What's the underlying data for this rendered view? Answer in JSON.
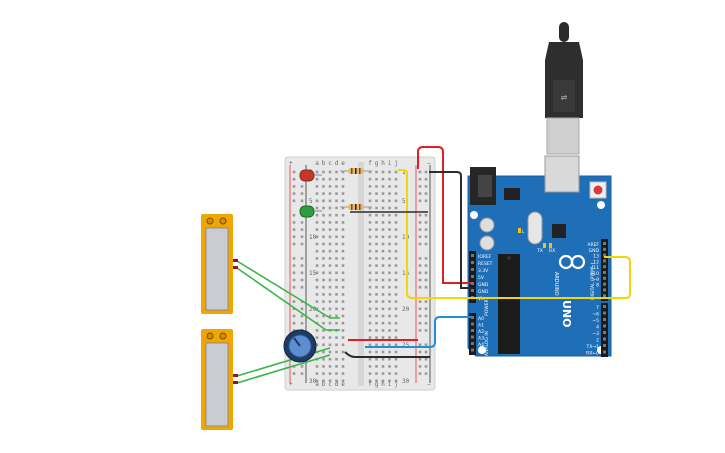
{
  "breadboard": {
    "column_letters": [
      "a",
      "b",
      "c",
      "d",
      "e",
      "f",
      "g",
      "h",
      "i",
      "j"
    ],
    "row_numbers": [
      "1",
      "5",
      "10",
      "15",
      "20",
      "25",
      "30"
    ],
    "rail_plus": "+",
    "rail_minus": "−"
  },
  "arduino": {
    "brand": "ARDUINO",
    "model": "UNO",
    "power_header_labels": [
      "IOREF",
      "RESET",
      "3.3V",
      "5V",
      "GND",
      "GND",
      "Vin"
    ],
    "analog_header_labels": [
      "A0",
      "A1",
      "A2",
      "A3",
      "A4",
      "A5"
    ],
    "digital_header_labels": [
      "AREF",
      "GND",
      "13",
      "12",
      "~11",
      "~10",
      "~9",
      "8",
      "7",
      "~6",
      "~5",
      "4",
      "~3",
      "2",
      "TX→1",
      "RX←0"
    ],
    "section_power": "POWER",
    "section_analog": "ANALOG IN",
    "section_digital": "DIGITAL (PWM~)",
    "led_labels": [
      "TX",
      "RX",
      "L"
    ]
  },
  "components": {
    "leds": [
      {
        "name": "red-led",
        "color": "#c0392b"
      },
      {
        "name": "green-led",
        "color": "#2e9d3f"
      }
    ],
    "resistor_count": 2,
    "flex_sensor_count": 2,
    "potentiometer_count": 1
  },
  "wire_colors": {
    "red": "#e02020",
    "black": "#2b2b2b",
    "yellow": "#f4d40b",
    "blue": "#1f8fd6",
    "green": "#3bb54a"
  }
}
